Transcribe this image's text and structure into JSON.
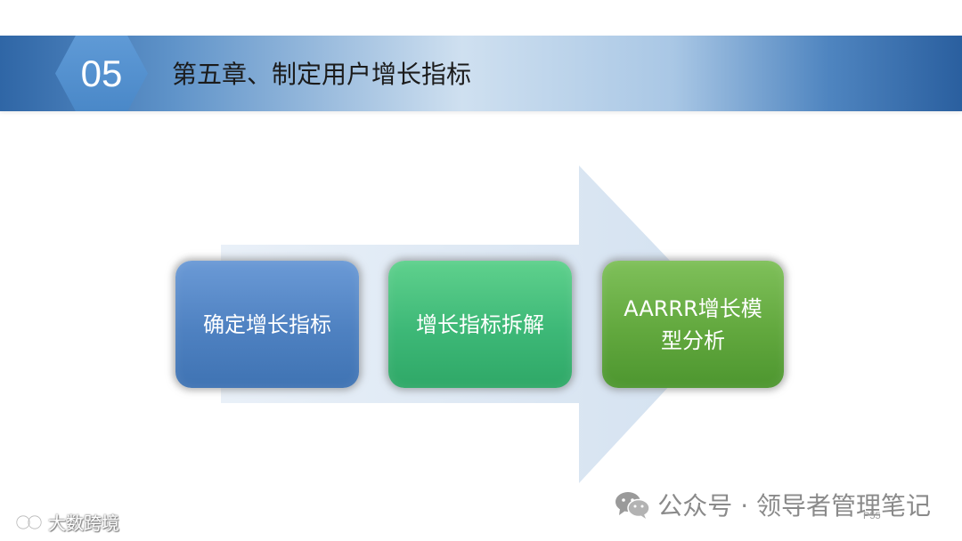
{
  "header": {
    "chapter_number": "05",
    "chapter_title": "第五章、制定用户增长指标"
  },
  "steps": [
    {
      "label": "确定增长指标",
      "color": "#4e81c1"
    },
    {
      "label": "增长指标拆解",
      "color": "#3db877"
    },
    {
      "label": "AARRR增长模型分析",
      "color": "#62a83e"
    }
  ],
  "watermark": {
    "text": "公众号 · 领导者管理笔记",
    "icon": "wechat-icon"
  },
  "page_number": "P55",
  "brand": {
    "text": "大数跨境",
    "icon": "brand-logo-icon"
  },
  "colors": {
    "header_accent": "#4a88c8",
    "arrow_fill": "#dce7f3"
  }
}
